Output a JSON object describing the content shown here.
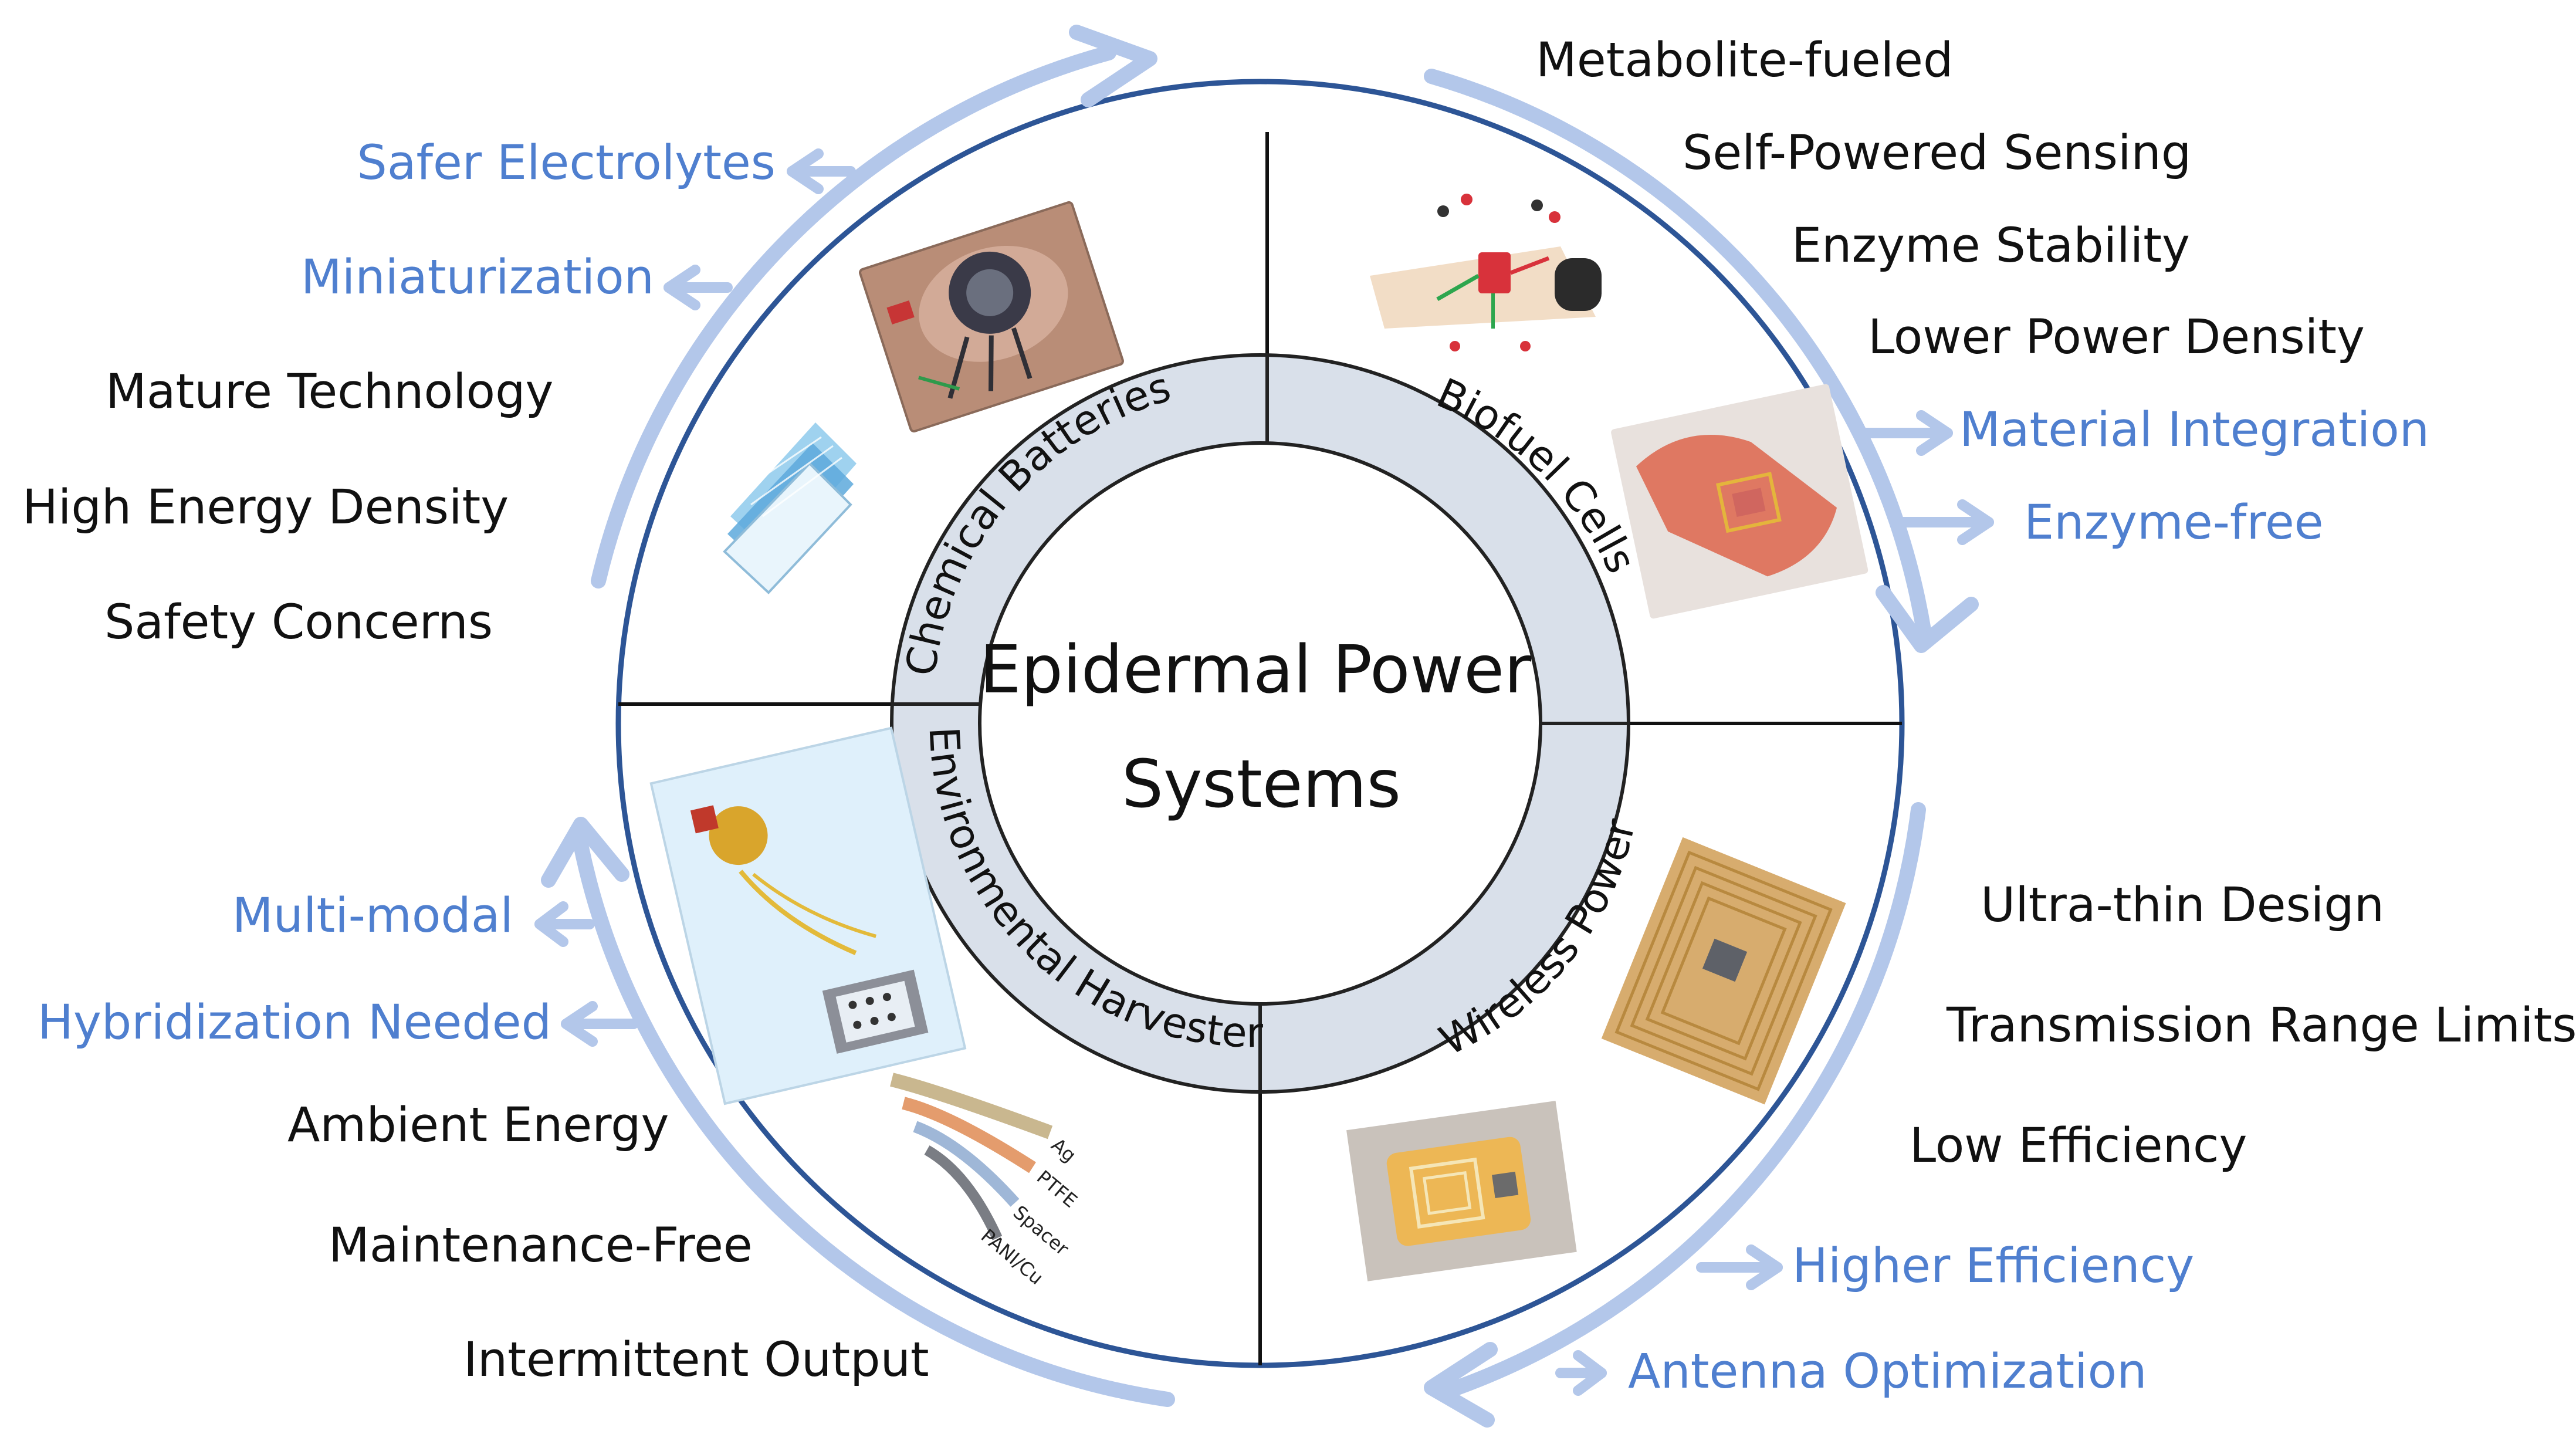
{
  "center": {
    "line1": "Epidermal Power",
    "line2": "Systems"
  },
  "segments": [
    {
      "id": "chemical-batteries",
      "label": "Chemical Batteries"
    },
    {
      "id": "biofuel-cells",
      "label": "Biofuel Cells"
    },
    {
      "id": "wireless-power",
      "label": "Wireless Power"
    },
    {
      "id": "environmental-harvesters",
      "label": "Environmental Harvesters"
    }
  ],
  "photo_labels": [
    "Ag",
    "PTFE",
    "Spacer",
    "PANI/Cu"
  ],
  "groups": {
    "chemical_batteries": {
      "black": [
        "Mature Technology",
        "High Energy Density",
        "Safety Concerns"
      ],
      "blue": [
        "Safer Electrolytes",
        "Miniaturization"
      ]
    },
    "biofuel_cells": {
      "black": [
        "Metabolite-fueled",
        "Self-Powered Sensing",
        "Enzyme Stability",
        "Lower Power Density"
      ],
      "blue": [
        "Material Integration",
        "Enzyme-free"
      ]
    },
    "wireless_power": {
      "black": [
        "Ultra-thin Design",
        "Transmission Range Limits",
        "Low Efficiency"
      ],
      "blue": [
        "Higher Efficiency",
        "Antenna Optimization"
      ]
    },
    "environmental_harvesters": {
      "black": [
        "Ambient Energy",
        "Maintenance-Free",
        "Intermittent Output"
      ],
      "blue": [
        "Multi-modal",
        "Hybridization Needed"
      ]
    }
  },
  "colors": {
    "outer_circle": "#2d5596",
    "arrow": "#b3c7ea",
    "ring_fill": "#d9e0ea",
    "ring_stroke": "#222222",
    "blue_text": "#4f7fcf",
    "black_text": "#111111"
  }
}
